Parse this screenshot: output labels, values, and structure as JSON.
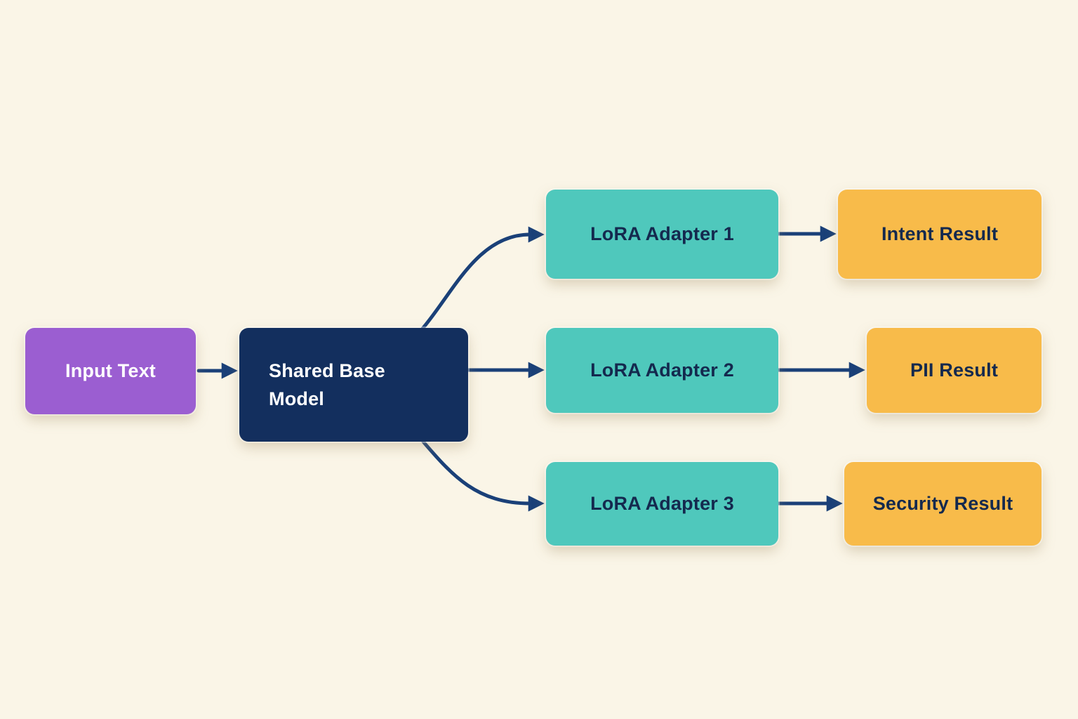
{
  "diagram": {
    "type": "flowchart",
    "description": "Shared base model fanning out to three LoRA adapters producing three results",
    "colors": {
      "background": "#faf5e7",
      "arrow": "#1a4078",
      "purple_node": "#9b5ed1",
      "navy_node": "#132f5e",
      "teal_node": "#4fc8bc",
      "amber_node": "#f8bb4a",
      "light_text": "#ffffff",
      "dark_text": "#14294e"
    },
    "nodes": [
      {
        "id": "input-text",
        "label": "Input Text",
        "fill": "#9b5ed1",
        "text_color": "#ffffff"
      },
      {
        "id": "shared-base-model",
        "label": "Shared Base Model",
        "fill": "#132f5e",
        "text_color": "#ffffff"
      },
      {
        "id": "lora-adapter-1",
        "label": "LoRA Adapter 1",
        "fill": "#4fc8bc",
        "text_color": "#14294e"
      },
      {
        "id": "lora-adapter-2",
        "label": "LoRA Adapter 2",
        "fill": "#4fc8bc",
        "text_color": "#14294e"
      },
      {
        "id": "lora-adapter-3",
        "label": "LoRA Adapter 3",
        "fill": "#4fc8bc",
        "text_color": "#14294e"
      },
      {
        "id": "intent-result",
        "label": "Intent Result",
        "fill": "#f8bb4a",
        "text_color": "#14294e"
      },
      {
        "id": "pii-result",
        "label": "PII Result",
        "fill": "#f8bb4a",
        "text_color": "#14294e"
      },
      {
        "id": "security-result",
        "label": "Security Result",
        "fill": "#f8bb4a",
        "text_color": "#14294e"
      }
    ],
    "edges": [
      {
        "from": "input-text",
        "to": "shared-base-model"
      },
      {
        "from": "shared-base-model",
        "to": "lora-adapter-1"
      },
      {
        "from": "shared-base-model",
        "to": "lora-adapter-2"
      },
      {
        "from": "shared-base-model",
        "to": "lora-adapter-3"
      },
      {
        "from": "lora-adapter-1",
        "to": "intent-result"
      },
      {
        "from": "lora-adapter-2",
        "to": "pii-result"
      },
      {
        "from": "lora-adapter-3",
        "to": "security-result"
      }
    ]
  }
}
